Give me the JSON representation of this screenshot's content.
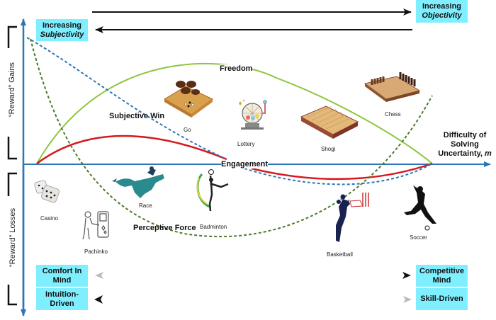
{
  "title_boxes": {
    "subjectivity": {
      "line1": "Increasing",
      "line2": "Subjectivity"
    },
    "objectivity": {
      "line1": "Increasing",
      "line2": "Objectivity"
    },
    "comfort": {
      "line1": "Comfort In",
      "line2": "Mind"
    },
    "intuition": {
      "line1": "Intuition-",
      "line2": "Driven"
    },
    "competitive": {
      "line1": "Competitive",
      "line2": "Mind"
    },
    "skill": {
      "line1": "Skill-Driven"
    }
  },
  "axes": {
    "y_upper_label": "“Reward” Gains",
    "y_lower_label": "“Reward” Losses",
    "x_label_line1": "Difficulty of",
    "x_label_line2": "Solving",
    "x_label_line3": "Uncertainty, ",
    "x_label_var": "m"
  },
  "curves": {
    "freedom": {
      "label": "Freedom",
      "color": "#8dc63f"
    },
    "engagement": {
      "label": "Engagement",
      "color": "#d7191c"
    },
    "subjective_win": {
      "label": "Subjective Win",
      "color": "#2e75b6"
    },
    "perceptive_force": {
      "label": "Perceptive Force",
      "color": "#4a7a2a"
    }
  },
  "games": [
    {
      "name": "Go",
      "icon": "go-board-icon"
    },
    {
      "name": "Lottery",
      "icon": "lottery-machine-icon"
    },
    {
      "name": "Shogi",
      "icon": "shogi-board-icon"
    },
    {
      "name": "Chess",
      "icon": "chessboard-icon"
    },
    {
      "name": "Casino",
      "icon": "dice-icon"
    },
    {
      "name": "Pachinko",
      "icon": "pachinko-icon"
    },
    {
      "name": "Race",
      "icon": "horse-race-icon"
    },
    {
      "name": "Badminton",
      "icon": "badminton-player-icon"
    },
    {
      "name": "Basketball",
      "icon": "basketball-player-icon"
    },
    {
      "name": "Soccer",
      "icon": "soccer-player-icon"
    }
  ],
  "colors": {
    "axis": "#2e75b6",
    "box": "#7fefff"
  }
}
